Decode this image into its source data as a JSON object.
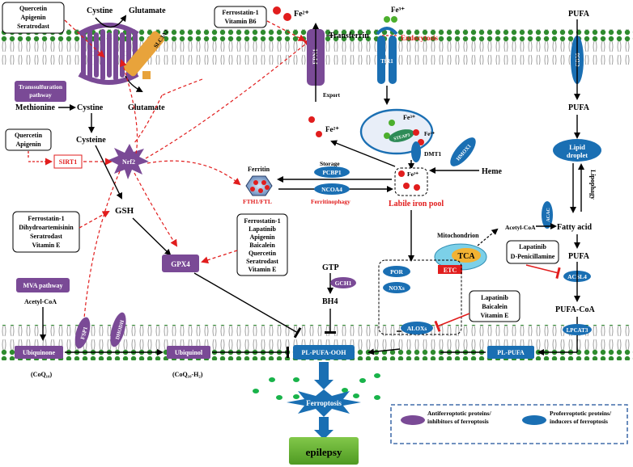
{
  "diagram": {
    "inhibitor_boxes": {
      "top_left": [
        "Quercetin",
        "Apigenin",
        "Seratrodast"
      ],
      "ferrostatin_b6": [
        "Ferrostatin-1",
        "Vitamin B6"
      ],
      "sirt_quercetin": [
        "Quercetin",
        "Apigenin"
      ],
      "gsh_inhibitors": [
        "Ferrostatin-1",
        "Dihydroartemisinin",
        "Seratrodast",
        "Vitamin E"
      ],
      "gpx4_inhibitors": [
        "Ferrostatin-1",
        "Lapatinib",
        "Apigenin",
        "Baicalein",
        "Quercetin",
        "Seratrodast",
        "Vitamin E"
      ],
      "acsl4_inhibitors": [
        "Lapatinib",
        "D-Penicillamine"
      ],
      "alox_inhibitors": [
        "Lapatinib",
        "Baicalein",
        "Vitamin E"
      ]
    },
    "labels": {
      "cystine_top": "Cystine",
      "glutamate_top": "Glutamate",
      "slc3a2": "SLC3A2",
      "transsulfuration": "Transsulfuration pathway",
      "methionine": "Methionine",
      "cystine_mid": "Cystine",
      "glutamate_mid": "Glutamate",
      "cysteine": "Cysteine",
      "sirt1": "SIRT1",
      "nrf2": "Nrf2",
      "gsh": "GSH",
      "gpx4": "GPX4",
      "mva": "MVA pathway",
      "acetyl_coa_left": "Acetyl-CoA",
      "ubiquinone": "Ubiquinone",
      "coq10": "(CoQ₁₀)",
      "fsp1": "FSP1",
      "dhodh": "DHODH",
      "ubiquinol": "Ubiquinol",
      "coq10h2": "(CoQ₁₀-H₂)",
      "fe2_top": "Fe²⁺",
      "fpn1": "FPN1",
      "transferrin": "Transferrin",
      "fe3_top": "Fe³⁺",
      "endocytosis": "Endocytosis",
      "tfr1": "TfR1",
      "export": "Export",
      "fe3_vesicle": "Fe³⁺",
      "steap3": "STEAP3",
      "fe2_vesicle": "Fe²⁺",
      "dmt1": "DMT1",
      "fe2_mid": "Fe²⁺",
      "hmox1": "HMOX1",
      "heme": "Heme",
      "ferritin": "Ferritin",
      "storage": "Storage",
      "pcbp1": "PCBP1",
      "fth1": "FTH1/FTL",
      "ncoa4": "NCOA4",
      "ferritinophagy": "Ferritinophagy",
      "fe2_pool": "Fe²⁺",
      "labile_iron_pool": "Labile iron pool",
      "mitochondrion": "Mitochondrion",
      "tca": "TCA",
      "etc": "ETC",
      "por": "POR",
      "noxs": "NOXs",
      "aloxs": "ALOXs",
      "gtp": "GTP",
      "gch1": "GCH1",
      "bh4": "BH4",
      "pl_pufa_ooh": "PL-PUFA-OOH",
      "ferroptosis": "Ferroptosis",
      "epilepsy": "epilepsy",
      "pufa_top": "PUFA",
      "cd36": "CD36",
      "pufa_2": "PUFA",
      "lipid_droplet": "Lipid droplet",
      "lipophagy": "Lipophagy",
      "acetyl_coa_right": "Acetyl-CoA",
      "acac": "ACAC",
      "fatty_acid": "Fatty acid",
      "pufa_3": "PUFA",
      "acsl4": "ACSL4",
      "pufa_coa": "PUFA-CoA",
      "lpcat3": "LPCAT3",
      "pl_pufa": "PL-PUFA"
    },
    "legend": {
      "anti": "Antiferroptotic proteins/ inhibitors of ferroptosis",
      "pro": "Proferroptotic proteins/ inducers of ferroptosis"
    },
    "colors": {
      "antiferroptotic": "#7a4a96",
      "proferroptotic": "#1a6fb3",
      "inhibition": "#e11d1d",
      "membrane": "#2e8b2e",
      "outcome": "#63b52e"
    }
  }
}
